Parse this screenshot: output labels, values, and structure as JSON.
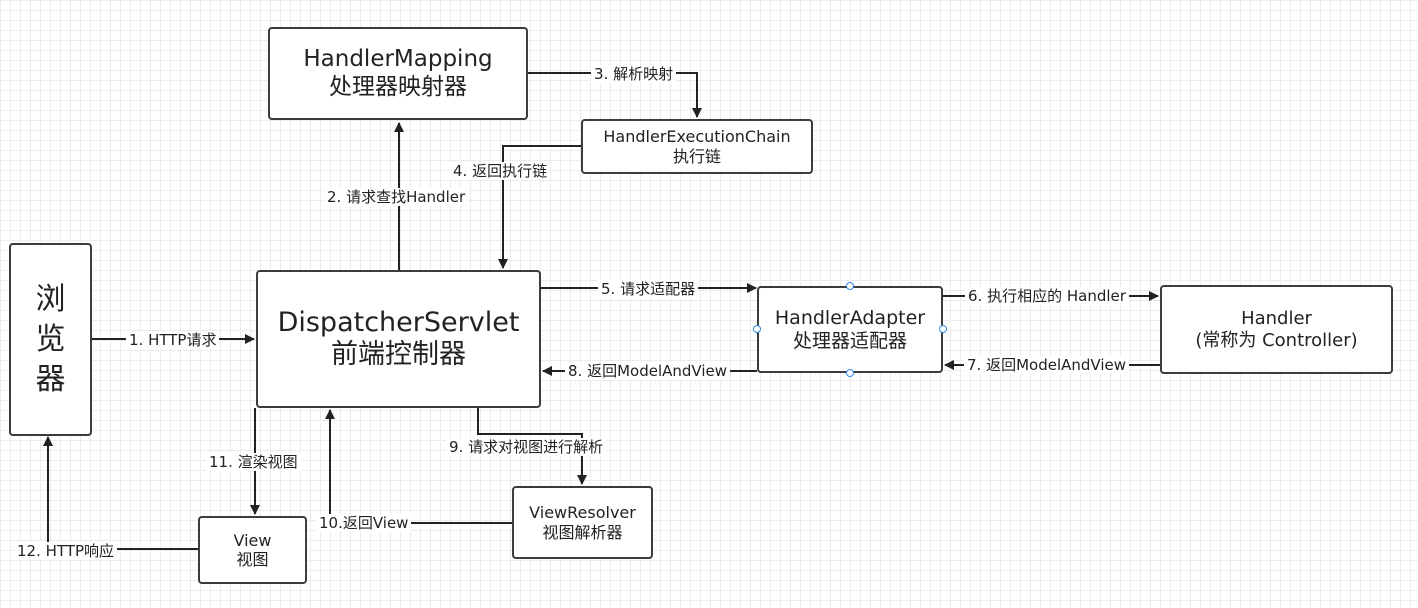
{
  "nodes": {
    "browser": {
      "title": "浏\n览\n器"
    },
    "handler_mapping": {
      "title": "HandlerMapping",
      "subtitle": "处理器映射器"
    },
    "execution_chain": {
      "title": "HandlerExecutionChain",
      "subtitle": "执行链"
    },
    "dispatcher": {
      "title": "DispatcherServlet",
      "subtitle": "前端控制器"
    },
    "handler_adapter": {
      "title": "HandlerAdapter",
      "subtitle": "处理器适配器"
    },
    "handler": {
      "title": "Handler",
      "subtitle": "(常称为 Controller)"
    },
    "view_resolver": {
      "title": "ViewResolver",
      "subtitle": "视图解析器"
    },
    "view": {
      "title": "View",
      "subtitle": "视图"
    }
  },
  "edges": {
    "e1": "1. HTTP请求",
    "e2": "2. 请求查找Handler",
    "e3": "3. 解析映射",
    "e4": "4. 返回执行链",
    "e5": "5. 请求适配器",
    "e6": "6. 执行相应的 Handler",
    "e7": "7. 返回ModelAndView",
    "e8": "8. 返回ModelAndView",
    "e9": "9. 请求对视图进行解析",
    "e10": "10.返回View",
    "e11": "11. 渲染视图",
    "e12": "12. HTTP响应"
  },
  "colors": {
    "stroke": "#3c3c3c",
    "selection_handle": "#2e8be6",
    "grid": "#ececec"
  }
}
